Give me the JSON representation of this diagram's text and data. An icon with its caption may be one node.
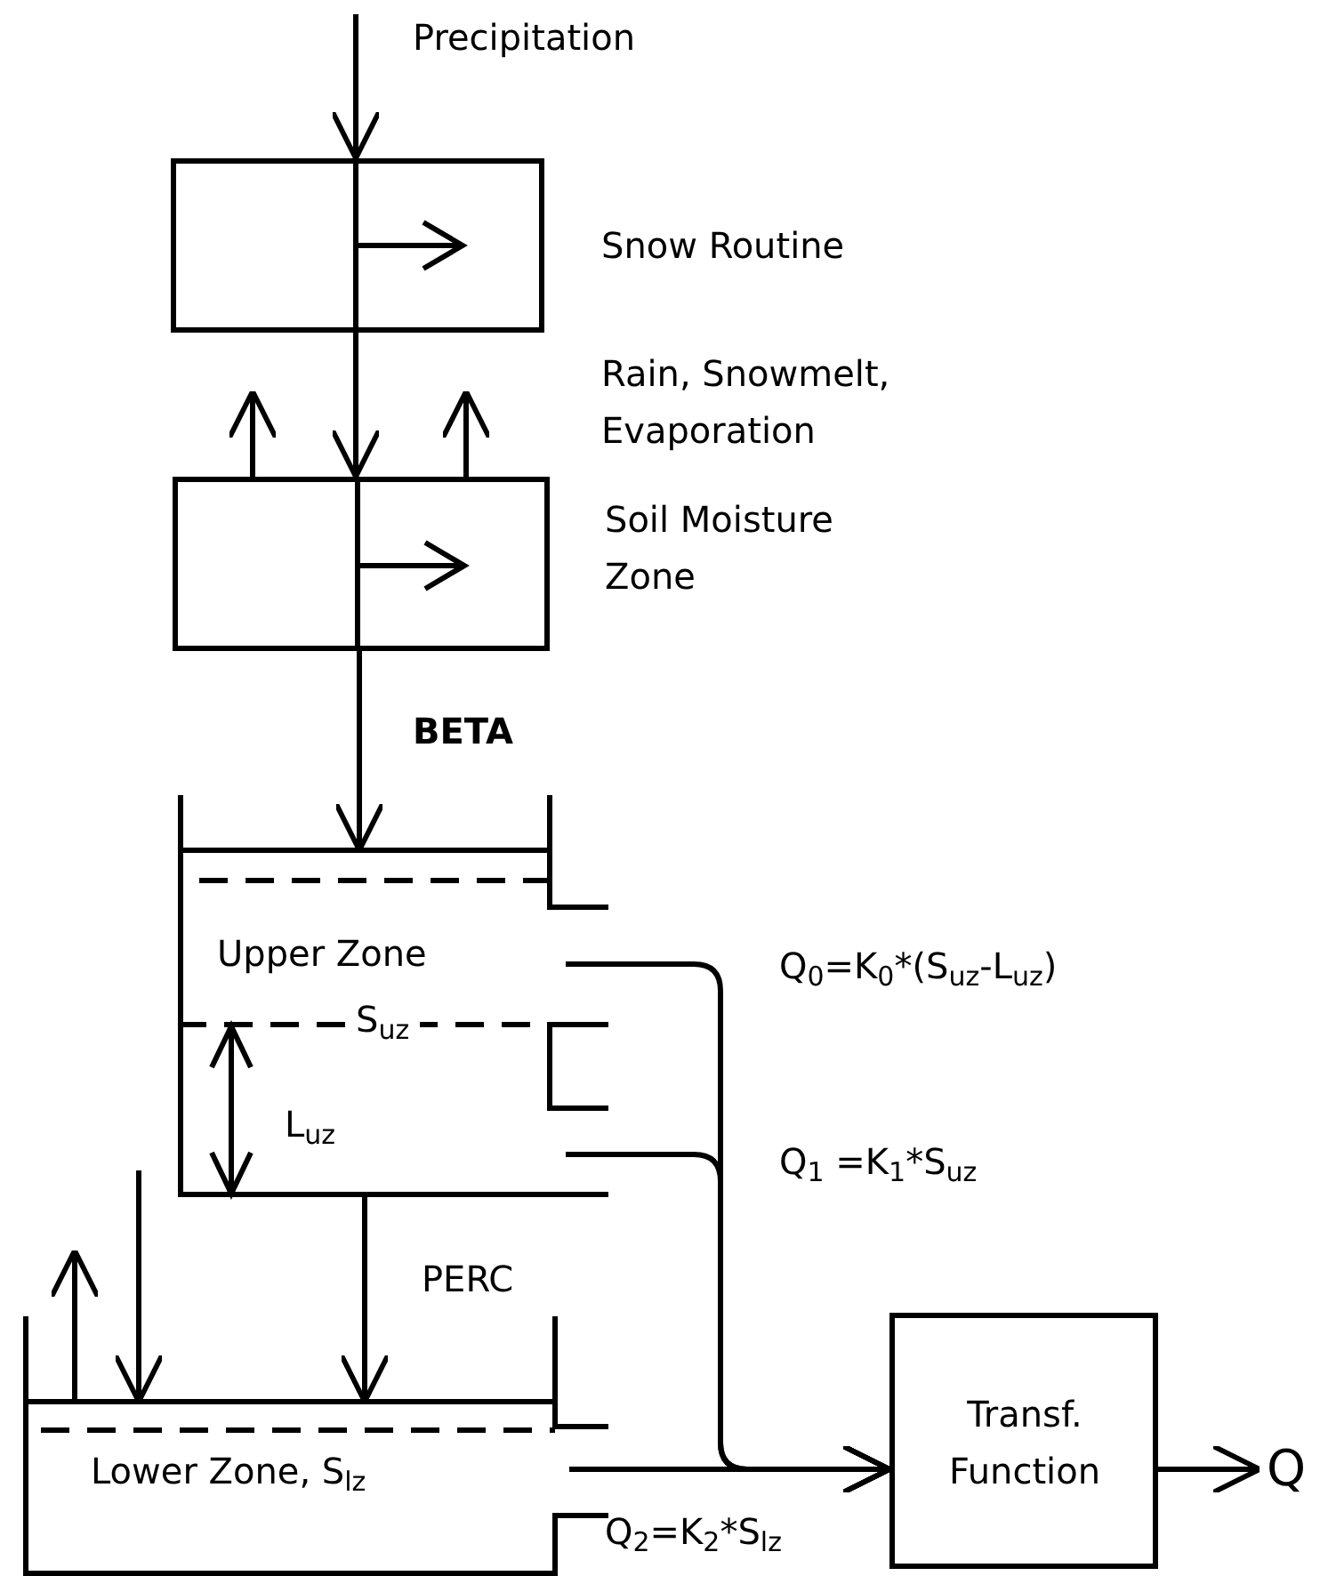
{
  "diagram": {
    "nodes": [
      {
        "text": [
          "Snow Routine"
        ]
      },
      {
        "text": [
          "Soil Moisture Zone"
        ]
      },
      {
        "text": [
          "Upper Zone",
          "S$_{uz}$",
          "L$_{uz}$"
        ]
      },
      {
        "text": [
          "Lower Zone, S$_{lz}$"
        ]
      },
      {
        "text": [
          "Transf. Function"
        ]
      },
      {
        "text": [
          "Q"
        ]
      }
    ],
    "edges": [
      {
        "from": null,
        "to": 0,
        "arrow": "to",
        "label": "Precipitation"
      },
      {
        "from": 0,
        "to": 1,
        "arrow": "to"
      },
      {
        "from": 1,
        "to": null,
        "arrow": "to"
      },
      {
        "from": 1,
        "to": null,
        "arrow": "to"
      },
      {
        "from": 1,
        "to": 2,
        "arrow": "to",
        "label": "BETA"
      },
      {
        "from": 2,
        "to": 3,
        "arrow": "to",
        "label": "PERC"
      },
      {
        "from": 3,
        "to": null,
        "arrow": "to"
      },
      {
        "from": null,
        "to": 3,
        "arrow": "to"
      },
      {
        "from": 2,
        "to": 4,
        "arrow": "to",
        "label": "Q$_{0}$=K$_{0}$*(S$_{uz}$-L$_{uz}$)"
      },
      {
        "from": 2,
        "to": 4,
        "arrow": "to",
        "label": "Q$_{1}$ =K$_{1}$*S$_{uz}$"
      },
      {
        "from": 3,
        "to": 4,
        "arrow": "to",
        "label": "Q$_{2}$=K$_{2}$*S$_{lz}$"
      },
      {
        "from": 4,
        "to": 5,
        "arrow": "to"
      }
    ],
    "labels": [
      "Rain, Snowmelt, Evaporation"
    ]
  }
}
